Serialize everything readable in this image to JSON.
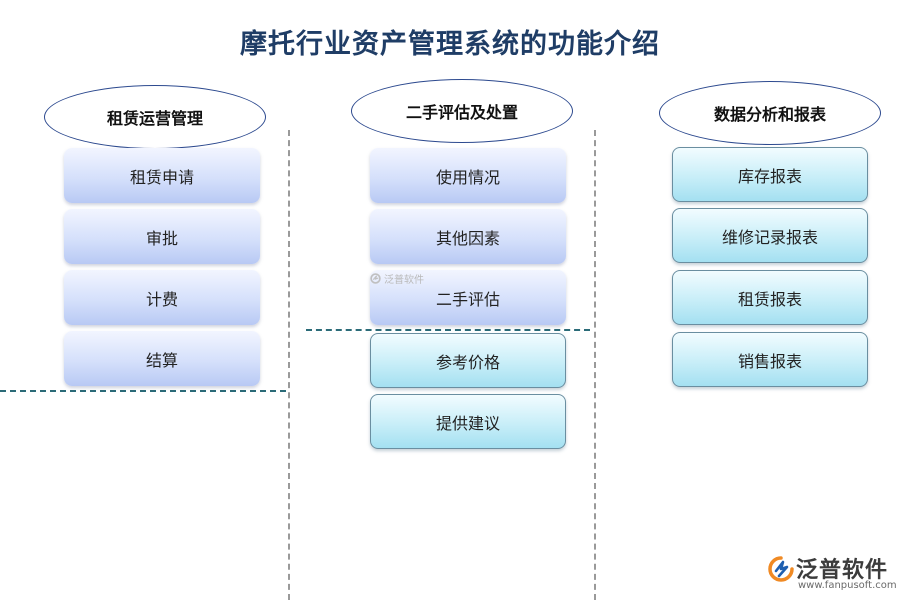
{
  "title": "摩托行业资产管理系统的功能介绍",
  "columns": [
    {
      "header": "租赁运营管理",
      "items": [
        "租赁申请",
        "审批",
        "计费",
        "结算"
      ]
    },
    {
      "header": "二手评估及处置",
      "items": [
        "使用情况",
        "其他因素",
        "二手评估",
        "参考价格",
        "提供建议"
      ]
    },
    {
      "header": "数据分析和报表",
      "items": [
        "库存报表",
        "维修记录报表",
        "租赁报表",
        "销售报表"
      ]
    }
  ],
  "colors": {
    "title": "#1f3d66",
    "ellipse_border": "#2d4a8f",
    "box_blue": "#d5e0fb",
    "box_cyan": "#c8eef8",
    "divider_dash": "#9a9a9a",
    "section_dash": "#2b6b78",
    "logo_orange": "#f08a24",
    "logo_blue": "#1e5fb0"
  },
  "watermark": {
    "small_text": "泛普软件",
    "brand_name": "泛普软件",
    "brand_url": "www.fanpusoft.com"
  }
}
